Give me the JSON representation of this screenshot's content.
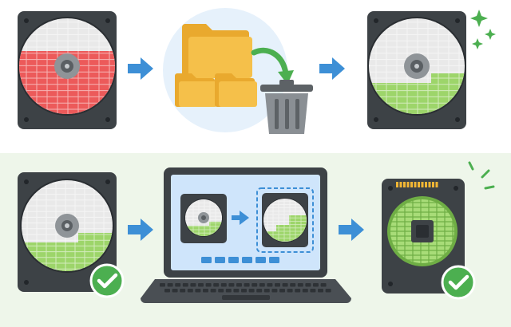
{
  "colors": {
    "background_top": "#ffffff",
    "background_bottom": "#eef6ea",
    "drive_case": "#3d4246",
    "platter_used": "#e9e9e9",
    "data_bad": "#ec5a5a",
    "data_good": "#9dd56a",
    "arrow": "#3d8fd6",
    "folder": "#f5c04a",
    "trash": "#8a8f94",
    "delete_arrow": "#4caf50",
    "laptop_screen": "#cfe5fb",
    "checkmark": "#4caf50",
    "sparkle": "#4caf50"
  },
  "diagram": {
    "rows": [
      {
        "name": "free-up-space-by-deleting",
        "steps": [
          "hard-drive-full",
          "delete-files-to-trash",
          "hard-drive-freed"
        ],
        "icons": [
          "hard-drive-icon",
          "folder-icon",
          "trash-icon",
          "sparkle-icon"
        ]
      },
      {
        "name": "clone-drive-to-ssd",
        "steps": [
          "hard-drive-verified",
          "laptop-cloning-software",
          "ssd-verified"
        ],
        "icons": [
          "hard-drive-icon",
          "laptop-icon",
          "ssd-icon",
          "checkmark-icon"
        ]
      }
    ],
    "progress_segments": 6
  }
}
